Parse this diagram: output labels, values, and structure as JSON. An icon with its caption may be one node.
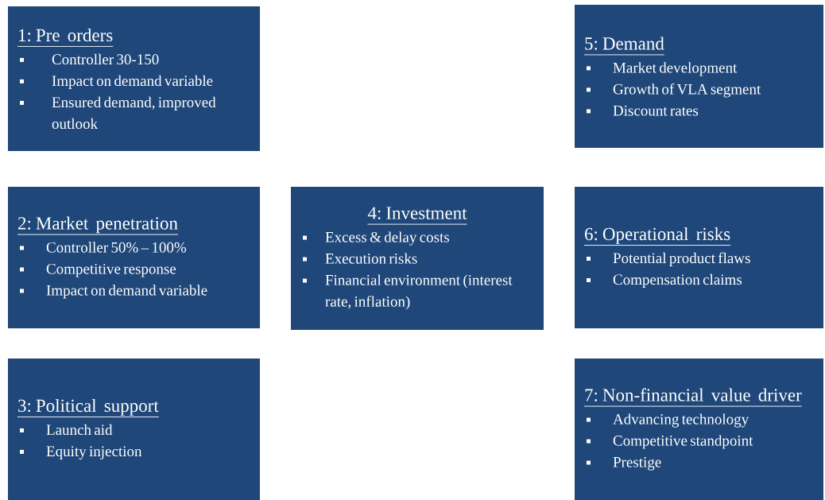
{
  "diagram": {
    "nodes": [
      {
        "text": [
          "1: Pre orders",
          "Controller 30-150",
          "Impact on demand variable",
          "Ensured demand, improved outlook"
        ]
      },
      {
        "text": [
          "2: Market penetration",
          "Controller 50% – 100%",
          "Competitive response",
          "Impact on demand variable"
        ]
      },
      {
        "text": [
          "3: Political support",
          "Launch aid",
          "Equity injection"
        ]
      },
      {
        "text": [
          "4: Investment",
          "Excess & delay costs",
          "Execution risks",
          "Financial environment (interest rate, inflation)"
        ]
      },
      {
        "text": [
          "5: Demand",
          "Market development",
          "Growth of VLA segment",
          "Discount rates"
        ]
      },
      {
        "text": [
          "6: Operational risks",
          "Potential product flaws",
          "Compensation claims"
        ]
      },
      {
        "text": [
          "7: Non-financial value driver",
          "Advancing technology",
          "Competitive standpoint",
          "Prestige"
        ]
      }
    ]
  }
}
